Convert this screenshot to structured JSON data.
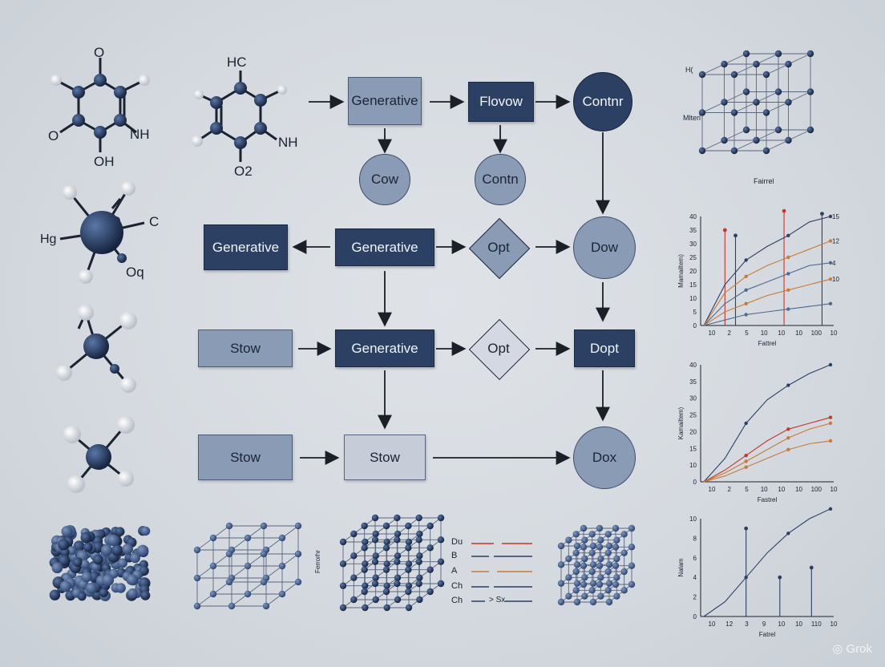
{
  "molecules": {
    "m1": {
      "o_top": "O",
      "o_left": "O",
      "nh": "NH",
      "oh": "OH"
    },
    "m2": {
      "hc": "HC",
      "nh": "NH",
      "o2": "O2"
    },
    "m3": {
      "hg": "Hg",
      "c": "C",
      "oq": "Oq"
    }
  },
  "lattice_labels": {
    "top_h": "H(",
    "top_side": "Mlterl",
    "top_bottom": "Fairrel",
    "small_side": "Ferrorhr"
  },
  "legend": [
    {
      "label": "Du",
      "color": "#c0392b"
    },
    {
      "label": "B",
      "color": "#2c4063"
    },
    {
      "label": "A",
      "color": "#c87a3a"
    },
    {
      "label": "Ch",
      "color": "#2c4063"
    },
    {
      "label": "Ch",
      "extra": "> Sx",
      "color": "#2c4063"
    }
  ],
  "flow": {
    "row1": [
      "Generative",
      "Flovow",
      "Contnr"
    ],
    "row2": [
      "Cow",
      "Contn"
    ],
    "row3": [
      "Generative",
      "Generative",
      "Opt",
      "Dow"
    ],
    "row4": [
      "Stow",
      "Generative",
      "Opt",
      "Dopt"
    ],
    "row5": [
      "Stow",
      "Stow",
      "Dox"
    ]
  },
  "colors": {
    "dark": "#2c4063",
    "mid": "#8a9bb5",
    "light": "#c6ccd8",
    "orange": "#c87a3a",
    "red": "#c0392b"
  },
  "chart_data": [
    {
      "type": "line",
      "yticks": [
        "0",
        "5",
        "10",
        "15",
        "20",
        "25",
        "30",
        "35",
        "40"
      ],
      "xticks": [
        "10",
        "2",
        "5",
        "10",
        "10",
        "10",
        "100",
        "10"
      ],
      "ylabel": "Mamailtem)",
      "xlabel": "Fattrel",
      "series_end_labels": [
        "15",
        "12",
        "4",
        "10"
      ],
      "ylim": [
        0,
        40
      ],
      "series": [
        {
          "color": "#2c4063",
          "values": [
            0,
            15,
            24,
            29,
            33,
            38,
            40
          ]
        },
        {
          "color": "#c87a3a",
          "values": [
            0,
            12,
            18,
            22,
            25,
            28,
            31
          ]
        },
        {
          "color": "#4d6a90",
          "values": [
            0,
            8,
            13,
            16,
            19,
            22,
            23
          ]
        },
        {
          "color": "#c87a3a",
          "values": [
            0,
            5,
            8,
            11,
            13,
            15,
            17
          ]
        },
        {
          "color": "#4d6a90",
          "values": [
            0,
            2,
            4,
            5,
            6,
            7,
            8
          ]
        }
      ],
      "spikes": [
        {
          "x": 1,
          "y": 35,
          "color": "#c0392b"
        },
        {
          "x": 1.5,
          "y": 33,
          "color": "#2c4063"
        },
        {
          "x": 3.8,
          "y": 42,
          "color": "#c0392b"
        },
        {
          "x": 5.6,
          "y": 41,
          "color": "#2c4063"
        }
      ]
    },
    {
      "type": "line",
      "yticks": [
        "0",
        "10",
        "15",
        "20",
        "25",
        "30",
        "35",
        "40"
      ],
      "xticks": [
        "10",
        "2",
        "5",
        "10",
        "10",
        "10",
        "100",
        "10"
      ],
      "ylabel": "Kamailtem)",
      "xlabel": "Fastrel",
      "ylim": [
        0,
        40
      ],
      "series": [
        {
          "color": "#2c4063",
          "values": [
            0,
            8,
            20,
            28,
            33,
            37,
            40
          ]
        },
        {
          "color": "#c0392b",
          "values": [
            0,
            4,
            9,
            14,
            18,
            20,
            22
          ]
        },
        {
          "color": "#c87a3a",
          "values": [
            0,
            3,
            7,
            11,
            15,
            18,
            20
          ]
        },
        {
          "color": "#c87a3a",
          "values": [
            0,
            2,
            5,
            8,
            11,
            13,
            14
          ]
        }
      ]
    },
    {
      "type": "line",
      "yticks": [
        "0",
        "2",
        "4",
        "6",
        "8",
        "10"
      ],
      "xticks": [
        "10",
        "12",
        "3",
        "9",
        "10",
        "10",
        "110",
        "10"
      ],
      "ylabel": "Nalam",
      "xlabel": "Fatrel",
      "ylim": [
        0,
        10
      ],
      "series": [
        {
          "color": "#2c4063",
          "values": [
            0,
            1.5,
            4,
            6.5,
            8.5,
            10,
            11
          ]
        }
      ],
      "spikes": [
        {
          "x": 2,
          "y": 9,
          "color": "#2c4063"
        },
        {
          "x": 3.6,
          "y": 4,
          "color": "#2c4063"
        },
        {
          "x": 5.1,
          "y": 5,
          "color": "#2c4063"
        }
      ]
    }
  ],
  "watermark": "Grok"
}
